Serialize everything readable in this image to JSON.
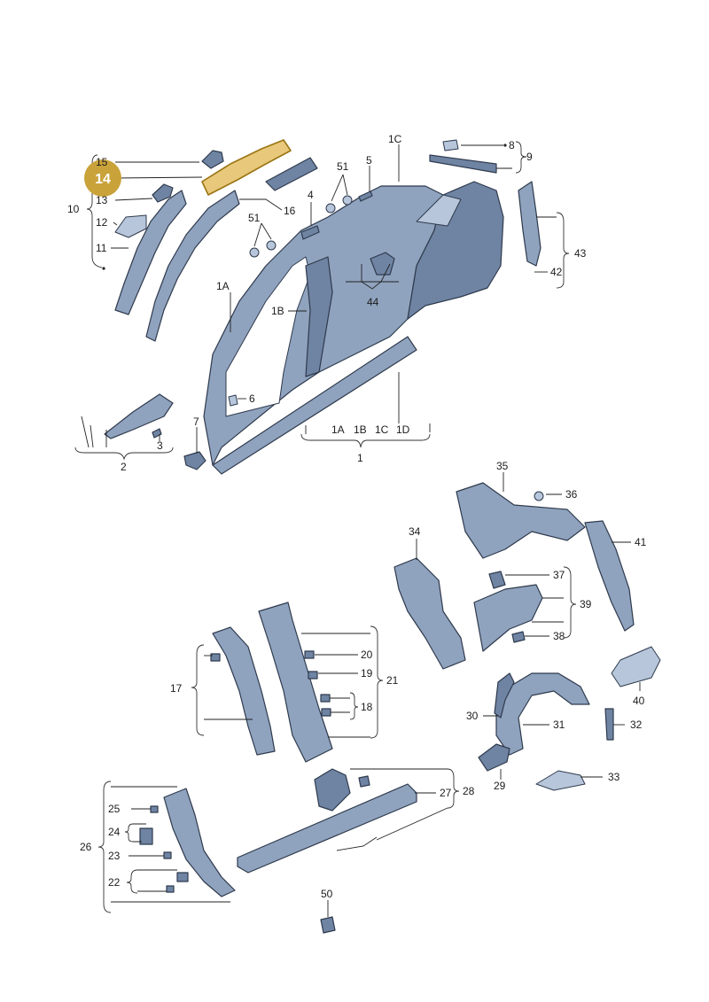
{
  "diagram": {
    "highlight_badge": "14",
    "highlight_color": "#c9a23a",
    "part_color": "#8fa3be",
    "labels": [
      {
        "id": "l15",
        "text": "15"
      },
      {
        "id": "l13",
        "text": "13"
      },
      {
        "id": "l10",
        "text": "10"
      },
      {
        "id": "l12",
        "text": "12"
      },
      {
        "id": "l11",
        "text": "11"
      },
      {
        "id": "l16",
        "text": "16"
      },
      {
        "id": "l4",
        "text": "4"
      },
      {
        "id": "l51a",
        "text": "51"
      },
      {
        "id": "l51b",
        "text": "51"
      },
      {
        "id": "l5",
        "text": "5"
      },
      {
        "id": "l1C",
        "text": "1C"
      },
      {
        "id": "l8",
        "text": "8"
      },
      {
        "id": "l9",
        "text": "9"
      },
      {
        "id": "l43",
        "text": "43"
      },
      {
        "id": "l42",
        "text": "42"
      },
      {
        "id": "l44",
        "text": "44"
      },
      {
        "id": "l1A",
        "text": "1A"
      },
      {
        "id": "l1B",
        "text": "1B"
      },
      {
        "id": "l6",
        "text": "6"
      },
      {
        "id": "l7",
        "text": "7"
      },
      {
        "id": "l3",
        "text": "3"
      },
      {
        "id": "l2",
        "text": "2"
      },
      {
        "id": "l1A2",
        "text": "1A"
      },
      {
        "id": "l1B2",
        "text": "1B"
      },
      {
        "id": "l1C2",
        "text": "1C"
      },
      {
        "id": "l1D",
        "text": "1D"
      },
      {
        "id": "l1",
        "text": "1"
      },
      {
        "id": "l35",
        "text": "35"
      },
      {
        "id": "l36",
        "text": "36"
      },
      {
        "id": "l34",
        "text": "34"
      },
      {
        "id": "l41",
        "text": "41"
      },
      {
        "id": "l37",
        "text": "37"
      },
      {
        "id": "l39",
        "text": "39"
      },
      {
        "id": "l38",
        "text": "38"
      },
      {
        "id": "l40",
        "text": "40"
      },
      {
        "id": "l17",
        "text": "17"
      },
      {
        "id": "l20",
        "text": "20"
      },
      {
        "id": "l19",
        "text": "19"
      },
      {
        "id": "l21",
        "text": "21"
      },
      {
        "id": "l18",
        "text": "18"
      },
      {
        "id": "l30",
        "text": "30"
      },
      {
        "id": "l31",
        "text": "31"
      },
      {
        "id": "l32",
        "text": "32"
      },
      {
        "id": "l29",
        "text": "29"
      },
      {
        "id": "l33",
        "text": "33"
      },
      {
        "id": "l25",
        "text": "25"
      },
      {
        "id": "l24",
        "text": "24"
      },
      {
        "id": "l26",
        "text": "26"
      },
      {
        "id": "l23",
        "text": "23"
      },
      {
        "id": "l22",
        "text": "22"
      },
      {
        "id": "l27",
        "text": "27"
      },
      {
        "id": "l28",
        "text": "28"
      },
      {
        "id": "l50",
        "text": "50"
      }
    ]
  }
}
